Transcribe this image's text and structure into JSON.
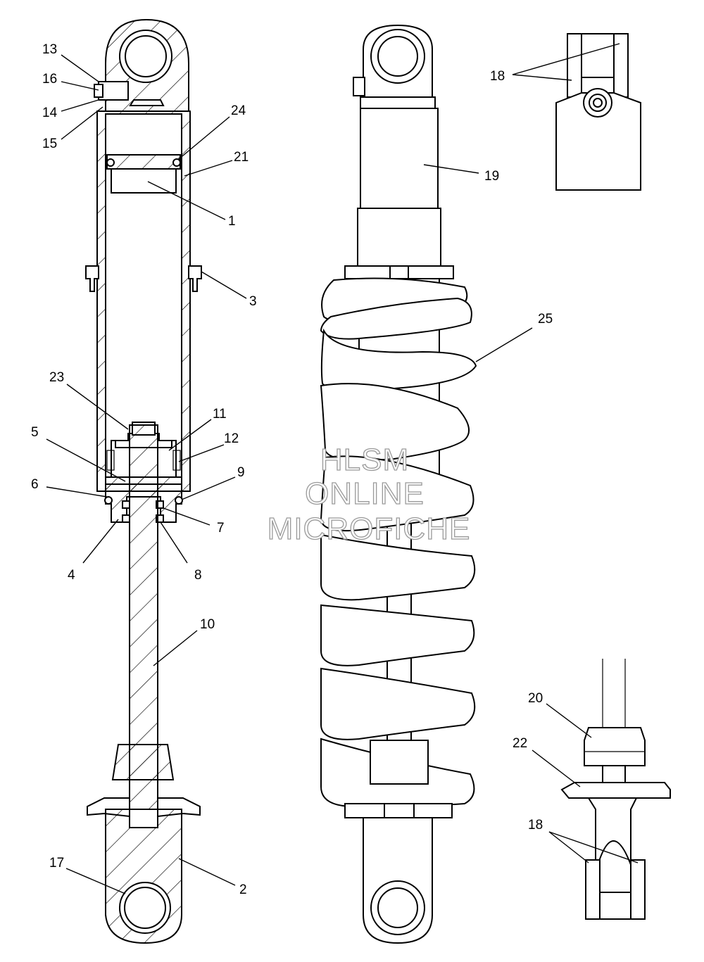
{
  "callouts": {
    "c1": "1",
    "c2": "2",
    "c3": "3",
    "c4": "4",
    "c5": "5",
    "c6": "6",
    "c7": "7",
    "c8": "8",
    "c9": "9",
    "c10": "10",
    "c11": "11",
    "c12": "12",
    "c13": "13",
    "c14": "14",
    "c15": "15",
    "c16": "16",
    "c17": "17",
    "c18a": "18",
    "c18b": "18",
    "c19": "19",
    "c20": "20",
    "c21": "21",
    "c22": "22",
    "c23": "23",
    "c24": "24",
    "c25": "25"
  },
  "watermark": {
    "line1": "HLSM",
    "line2": "ONLINE",
    "line3": "MICROFICHE"
  }
}
